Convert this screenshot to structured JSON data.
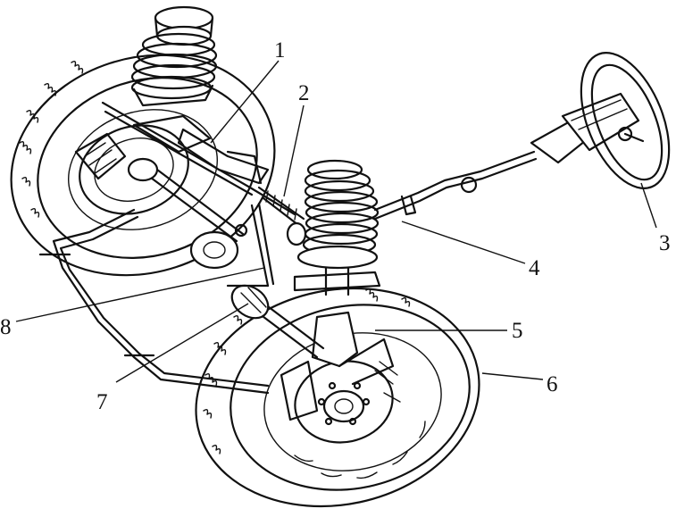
{
  "callouts": [
    {
      "id": "1",
      "text": "1"
    },
    {
      "id": "2",
      "text": "2"
    },
    {
      "id": "3",
      "text": "3"
    },
    {
      "id": "4",
      "text": "4"
    },
    {
      "id": "5",
      "text": "5"
    },
    {
      "id": "6",
      "text": "6"
    },
    {
      "id": "7",
      "text": "7"
    },
    {
      "id": "8",
      "text": "8"
    }
  ],
  "colors": {
    "ink": "#111111",
    "paper": "#ffffff"
  }
}
